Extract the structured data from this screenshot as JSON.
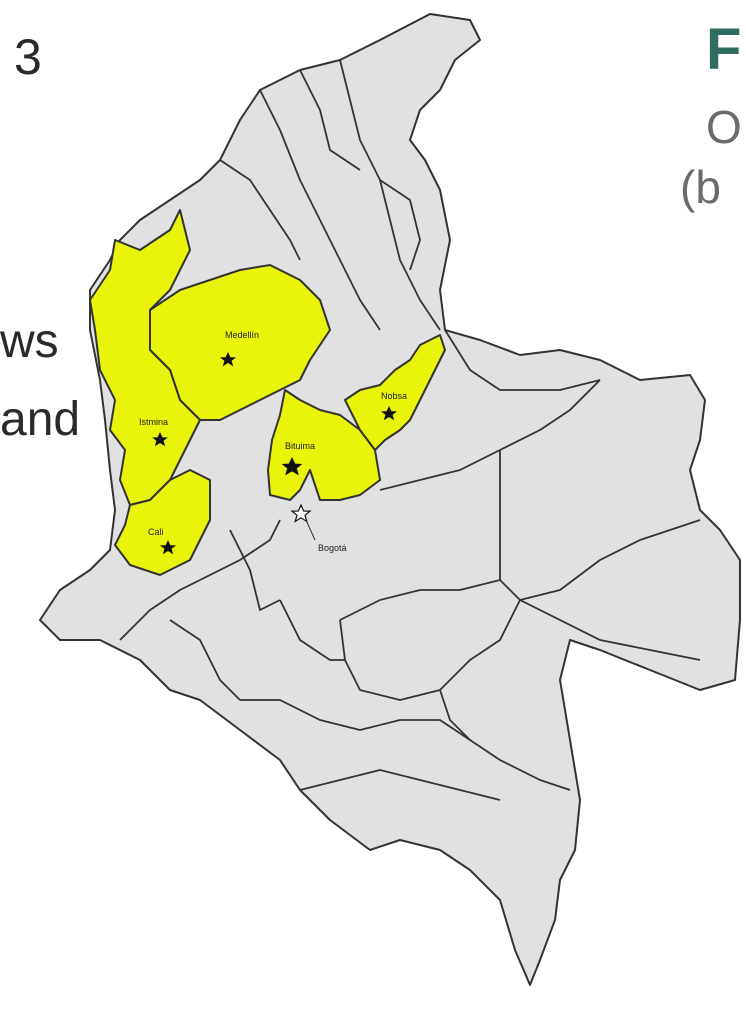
{
  "slide": {
    "fragment_number": "3",
    "fragment_ws": "ws",
    "fragment_and": "and",
    "heading_fragment": "F",
    "subtitle_line1": "O",
    "subtitle_line2": "(b"
  },
  "map": {
    "highlight_color": "#e8f50a",
    "base_color": "#e1e1e1",
    "cities": [
      {
        "name": "Medellín",
        "marker": "star-black-icon"
      },
      {
        "name": "Istmina",
        "marker": "star-black-icon"
      },
      {
        "name": "Cali",
        "marker": "star-black-icon"
      },
      {
        "name": "Bituima",
        "marker": "star-black-icon"
      },
      {
        "name": "Nobsa",
        "marker": "star-black-icon"
      },
      {
        "name": "Bogotá",
        "marker": "star-white-icon"
      }
    ]
  }
}
